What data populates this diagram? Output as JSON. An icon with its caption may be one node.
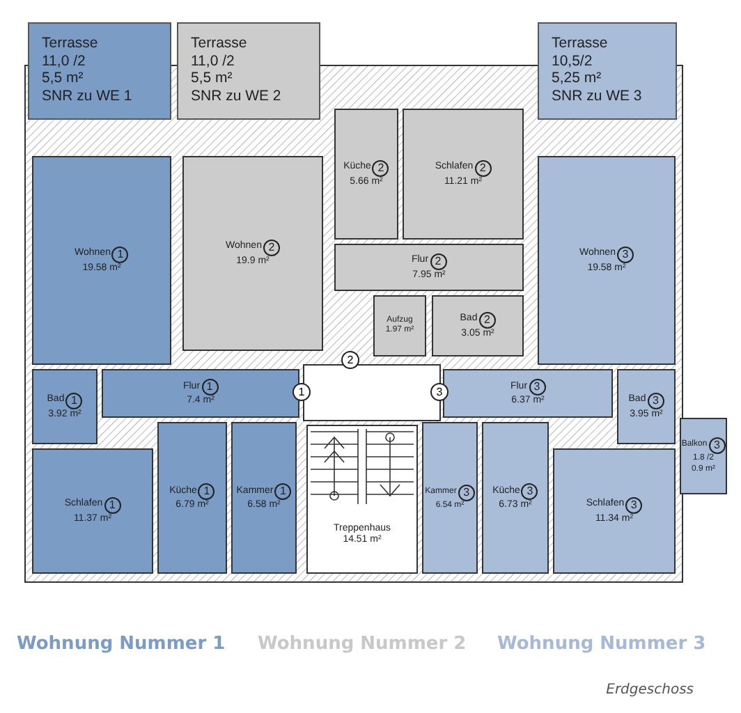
{
  "diagram": {
    "caption": "Erdgeschoss",
    "nodes": [
      {
        "text": [
          "Terrasse",
          "11,0 /2",
          "5,5 m²",
          "SNR zu WE 1"
        ]
      },
      {
        "text": [
          "Terrasse",
          "11,0 /2",
          "5,5 m²",
          "SNR zu WE 2"
        ]
      },
      {
        "text": [
          "Terrasse",
          "10,5/2",
          "5,25 m²",
          "SNR zu WE 3"
        ]
      },
      {
        "text": [
          "Küche",
          "2",
          "5.66 m²"
        ]
      },
      {
        "text": [
          "Schlafen",
          "2",
          "11.21 m²"
        ]
      },
      {
        "text": [
          "Wohnen",
          "1",
          "19.58 m²"
        ]
      },
      {
        "text": [
          "Wohnen",
          "2",
          "19.9 m²"
        ]
      },
      {
        "text": [
          "Flur",
          "2",
          "7.95 m²"
        ]
      },
      {
        "text": [
          "Wohnen",
          "3",
          "19.58 m²"
        ]
      },
      {
        "text": [
          "Aufzug",
          "1.97 m²"
        ]
      },
      {
        "text": [
          "Bad",
          "2",
          "3.05 m²"
        ]
      },
      {
        "text": [
          "Bad",
          "1",
          "3.92 m²"
        ]
      },
      {
        "text": [
          "Flur",
          "1",
          "7.4 m²"
        ]
      },
      {
        "text": [
          "Flur",
          "3",
          "6.37 m²"
        ]
      },
      {
        "text": [
          "Bad",
          "3",
          "3.95 m²"
        ]
      },
      {
        "text": [
          "Balkon",
          "3",
          "1.8 /2",
          "0.9 m²"
        ]
      },
      {
        "text": [
          "Schlafen",
          "1",
          "11.37 m²"
        ]
      },
      {
        "text": [
          "Küche",
          "1",
          "6.79 m²"
        ]
      },
      {
        "text": [
          "Kammer",
          "1",
          "6.58 m²"
        ]
      },
      {
        "text": [
          "Treppenhaus",
          "14.51 m²"
        ]
      },
      {
        "text": [
          "Kammer",
          "3",
          "6.54 m²"
        ]
      },
      {
        "text": [
          "Küche",
          "3",
          "6.73 m²"
        ]
      },
      {
        "text": [
          "Schlafen",
          "3",
          "11.34 m²"
        ]
      }
    ],
    "labels": [
      "2",
      "1",
      "3"
    ],
    "legend": [
      {
        "text": "Wohnung Nummer 1",
        "color": "#7b9cc4"
      },
      {
        "text": "Wohnung Nummer 2",
        "color": "#c8c8c8"
      },
      {
        "text": "Wohnung Nummer 3",
        "color": "#a6b9d6"
      }
    ]
  }
}
